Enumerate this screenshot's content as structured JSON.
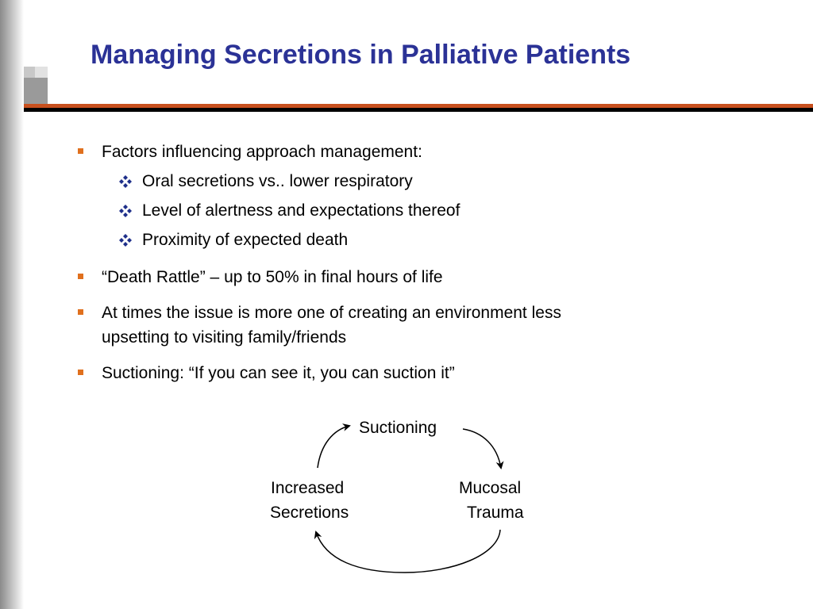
{
  "slide": {
    "title": "Managing Secretions in Palliative Patients",
    "bullets": [
      {
        "text": "Factors influencing approach management:",
        "subitems": [
          "Oral secretions vs.. lower respiratory",
          "Level of alertness and expectations thereof",
          "Proximity of expected death"
        ]
      },
      {
        "text": "“Death Rattle” – up to 50% in final hours of life"
      },
      {
        "text_line1": "At times the issue is more one of creating an environment less",
        "text_line2": "upsetting to visiting family/friends"
      },
      {
        "text": "Suctioning: “If you can see it, you can suction it”"
      }
    ],
    "cycle_diagram": {
      "top_label": "Suctioning",
      "right_label_line1": "Mucosal",
      "right_label_line2": "Trauma",
      "left_label_line1": "Increased",
      "left_label_line2": "Secretions"
    }
  },
  "colors": {
    "title": "#2b3296",
    "bullet_square": "#e0701e",
    "sub_bullet_diamond": "#1e2f8a",
    "rule_orange": "#c8501e",
    "rule_black": "#000000"
  },
  "icons": {
    "bullet": "orange-square-icon",
    "sub_bullet": "four-diamond-bullet-icon"
  }
}
